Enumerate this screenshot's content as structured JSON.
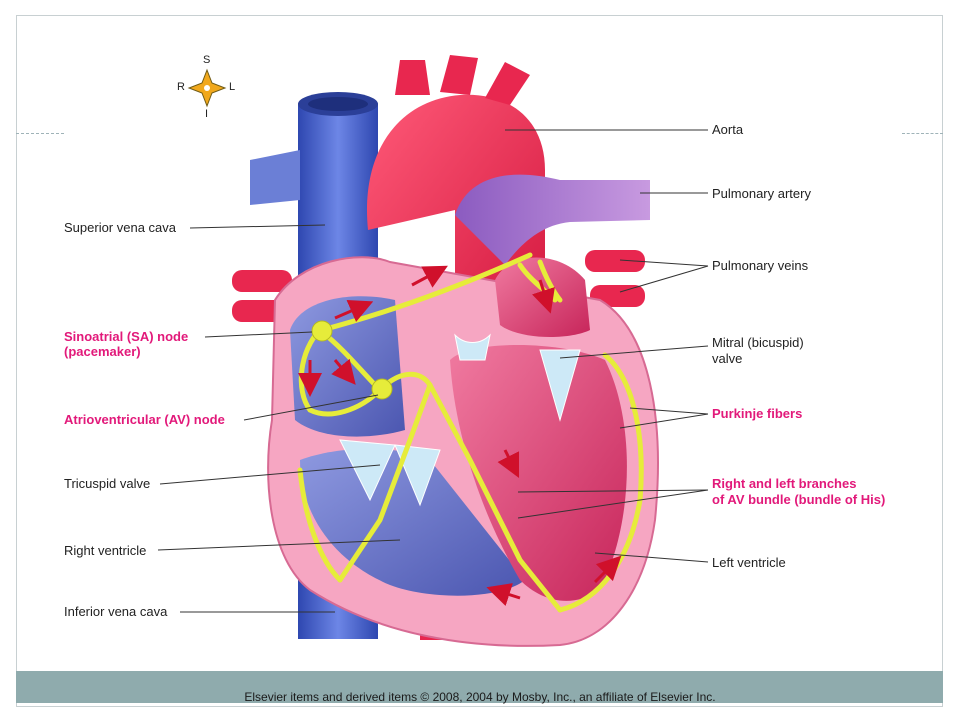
{
  "compass": {
    "s": "S",
    "r": "R",
    "l": "L",
    "i": "I"
  },
  "labels": {
    "superior_vena_cava": "Superior vena cava",
    "sa_node": "Sinoatrial (SA) node",
    "sa_node_sub": "(pacemaker)",
    "av_node": "Atrioventricular (AV) node",
    "tricuspid_valve": "Tricuspid valve",
    "right_ventricle": "Right ventricle",
    "inferior_vena_cava": "Inferior vena cava",
    "aorta": "Aorta",
    "pulmonary_artery": "Pulmonary artery",
    "pulmonary_veins": "Pulmonary veins",
    "mitral_valve": "Mitral (bicuspid)",
    "mitral_valve_sub": "valve",
    "purkinje_fibers": "Purkinje fibers",
    "av_bundle": "Right and left branches",
    "av_bundle_sub": "of AV bundle (bundle of His)",
    "left_ventricle": "Left ventricle"
  },
  "footer": {
    "copyright": "Elsevier items and derived items © 2008, 2004 by Mosby, Inc., an affiliate of Elsevier Inc."
  },
  "colors": {
    "vein_blue": "#4a63c8",
    "artery_red": "#e8274f",
    "myocardium_pink": "#f6a6c2",
    "chamber_left": "#e95a87",
    "chamber_right": "#6b78c9",
    "conduction_yellow": "#e6ec3a",
    "highlight_label": "#e2197a",
    "bar": "#8fabad"
  }
}
